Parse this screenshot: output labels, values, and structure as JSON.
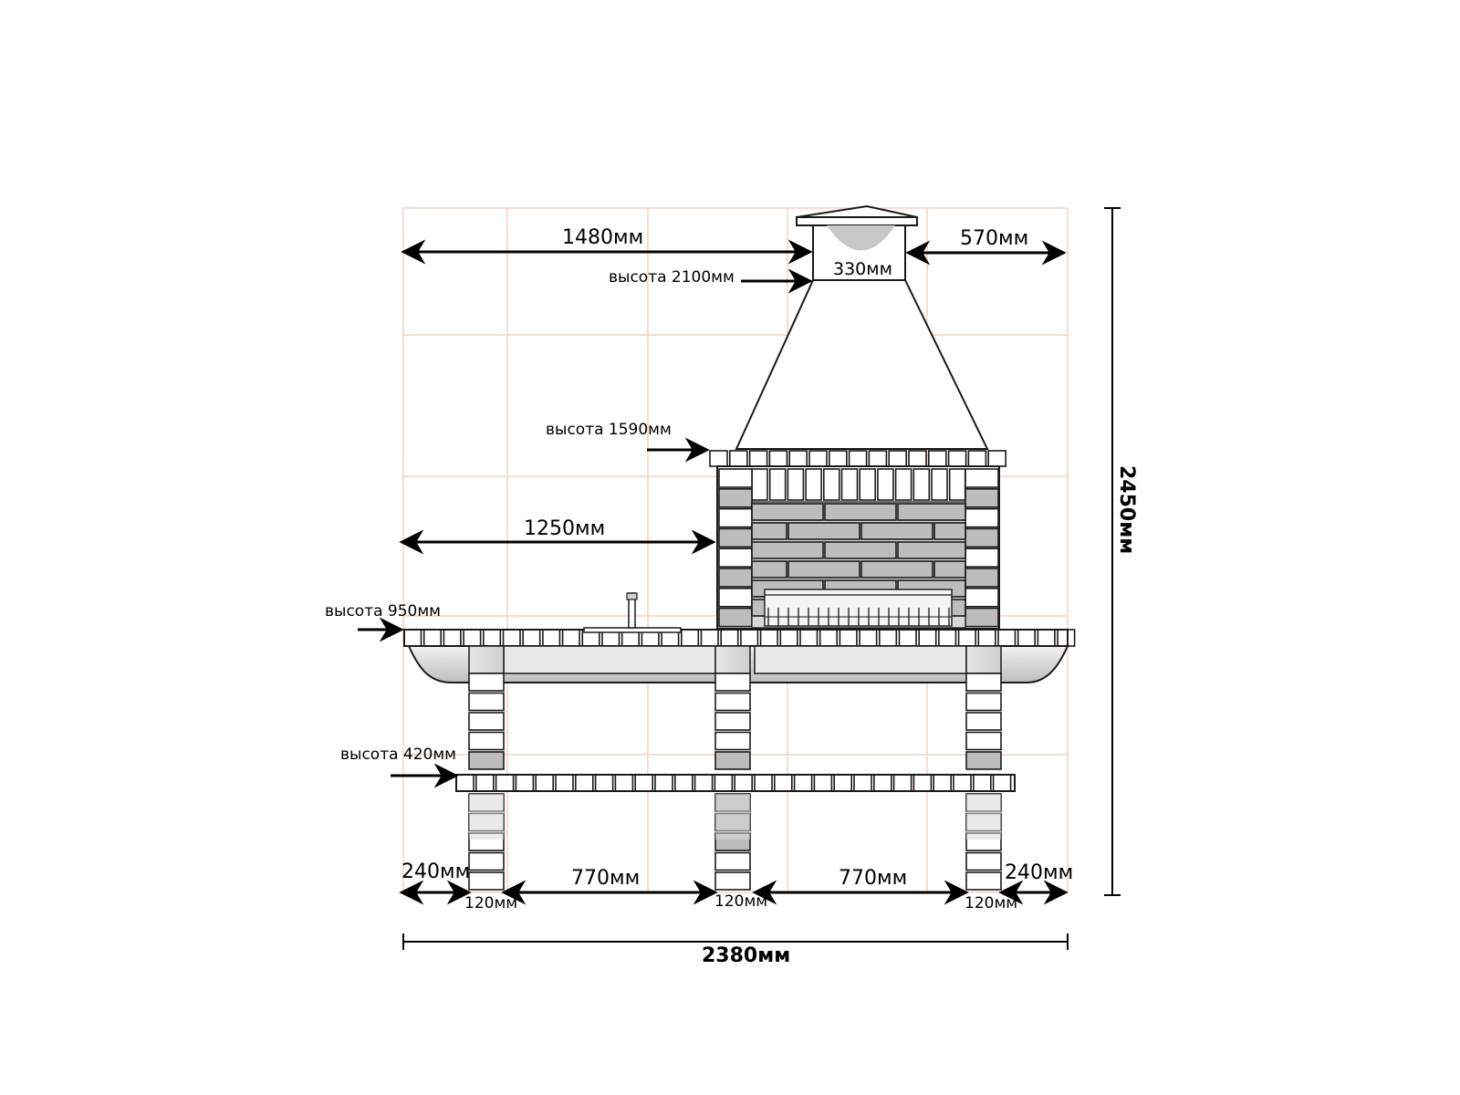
{
  "dimensions": {
    "left_to_chimney": "1480мм",
    "right_of_chimney": "570мм",
    "chimney_width": "330мм",
    "counter_left": "1250мм",
    "total_height": "2450мм",
    "total_width": "2380мм",
    "edge_left": "240мм",
    "edge_right": "240мм",
    "span_left": "770мм",
    "span_right": "770мм",
    "pillar_left": "120мм",
    "pillar_mid": "120мм",
    "pillar_right": "120мм"
  },
  "heights": {
    "h2100": "высота 2100мм",
    "h1590": "высота 1590мм",
    "h950": "высота 950мм",
    "h420": "высота 420мм"
  },
  "colors": {
    "grid": "#f0d4c0",
    "line": "#1a1a1a",
    "brick_light": "#ffffff",
    "brick_dark": "#bdbdbd",
    "shade": "#d8d8d8"
  }
}
